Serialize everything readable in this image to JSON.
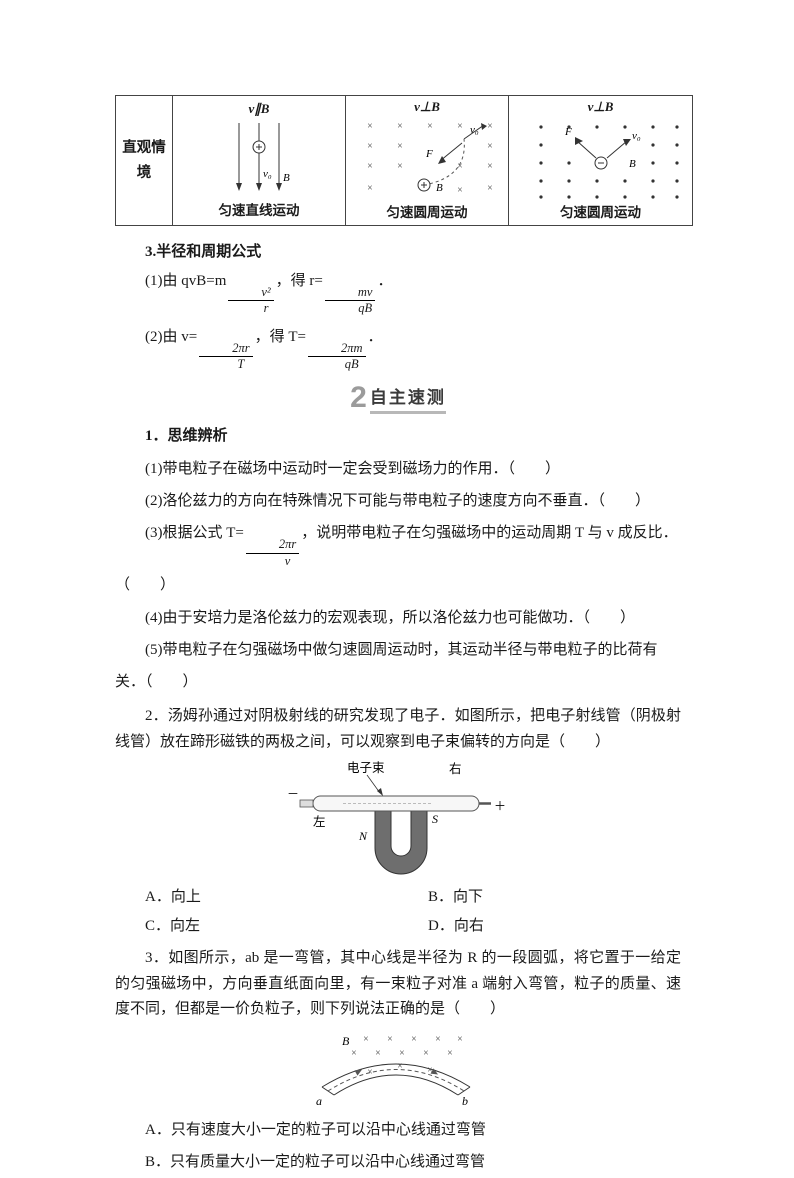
{
  "table": {
    "row_header": "直观情境",
    "col1": {
      "top": "v∥B",
      "caption": "匀速直线运动",
      "v0": "v₀",
      "B": "B",
      "plus": "+"
    },
    "col2": {
      "top": "v⊥B",
      "caption": "匀速圆周运动",
      "v0": "v₀",
      "B": "B",
      "F": "F",
      "plus": "+"
    },
    "col3": {
      "top": "v⊥B",
      "caption": "匀速圆周运动",
      "v0": "v₀",
      "B": "B",
      "F": "F",
      "minus": "−"
    }
  },
  "formulas": {
    "title": "3.半径和周期公式",
    "l1a": "(1)由 qvB=m",
    "l1f1": {
      "num": "v²",
      "den": "r"
    },
    "l1b": "，得 r=",
    "l1f2": {
      "num": "mv",
      "den": "qB"
    },
    "l1c": "．",
    "l2a": "(2)由 v=",
    "l2f1": {
      "num": "2πr",
      "den": "T"
    },
    "l2b": "，得 T=",
    "l2f2": {
      "num": "2πm",
      "den": "qB"
    },
    "l2c": "．"
  },
  "heading": {
    "num": "2",
    "label": "自主速测"
  },
  "q1": {
    "title": "1．思维辨析",
    "i1": "(1)带电粒子在磁场中运动时一定会受到磁场力的作用．（　　）",
    "i2": "(2)洛伦兹力的方向在特殊情况下可能与带电粒子的速度方向不垂直．（　　）",
    "i3a": "(3)根据公式 T=",
    "i3f": {
      "num": "2πr",
      "den": "v"
    },
    "i3b": "，说明带电粒子在匀强磁场中的运动周期 T 与 v 成反比．（　　）",
    "i4": "(4)由于安培力是洛伦兹力的宏观表现，所以洛伦兹力也可能做功．（　　）",
    "i5": "(5)带电粒子在匀强磁场中做匀速圆周运动时，其运动半径与带电粒子的比荷有关．（　　）"
  },
  "q2": {
    "text": "2．汤姆孙通过对阴极射线的研究发现了电子．如图所示，把电子射线管（阴极射线管）放在蹄形磁铁的两极之间，可以观察到电子束偏转的方向是（　　）",
    "fig": {
      "beam": "电子束",
      "right": "右",
      "left": "左",
      "S": "S",
      "N": "N",
      "plus": "＋",
      "minus": "－"
    },
    "optA": "A．向上",
    "optB": "B．向下",
    "optC": "C．向左",
    "optD": "D．向右"
  },
  "q3": {
    "text": "3．如图所示，ab 是一弯管，其中心线是半径为 R 的一段圆弧，将它置于一给定的匀强磁场中，方向垂直纸面向里，有一束粒子对准 a 端射入弯管，粒子的质量、速度不同，但都是一价负粒子，则下列说法正确的是（　　）",
    "fig": {
      "B": "B",
      "a": "a",
      "b": "b"
    },
    "optA": "A．只有速度大小一定的粒子可以沿中心线通过弯管",
    "optB": "B．只有质量大小一定的粒子可以沿中心线通过弯管"
  }
}
